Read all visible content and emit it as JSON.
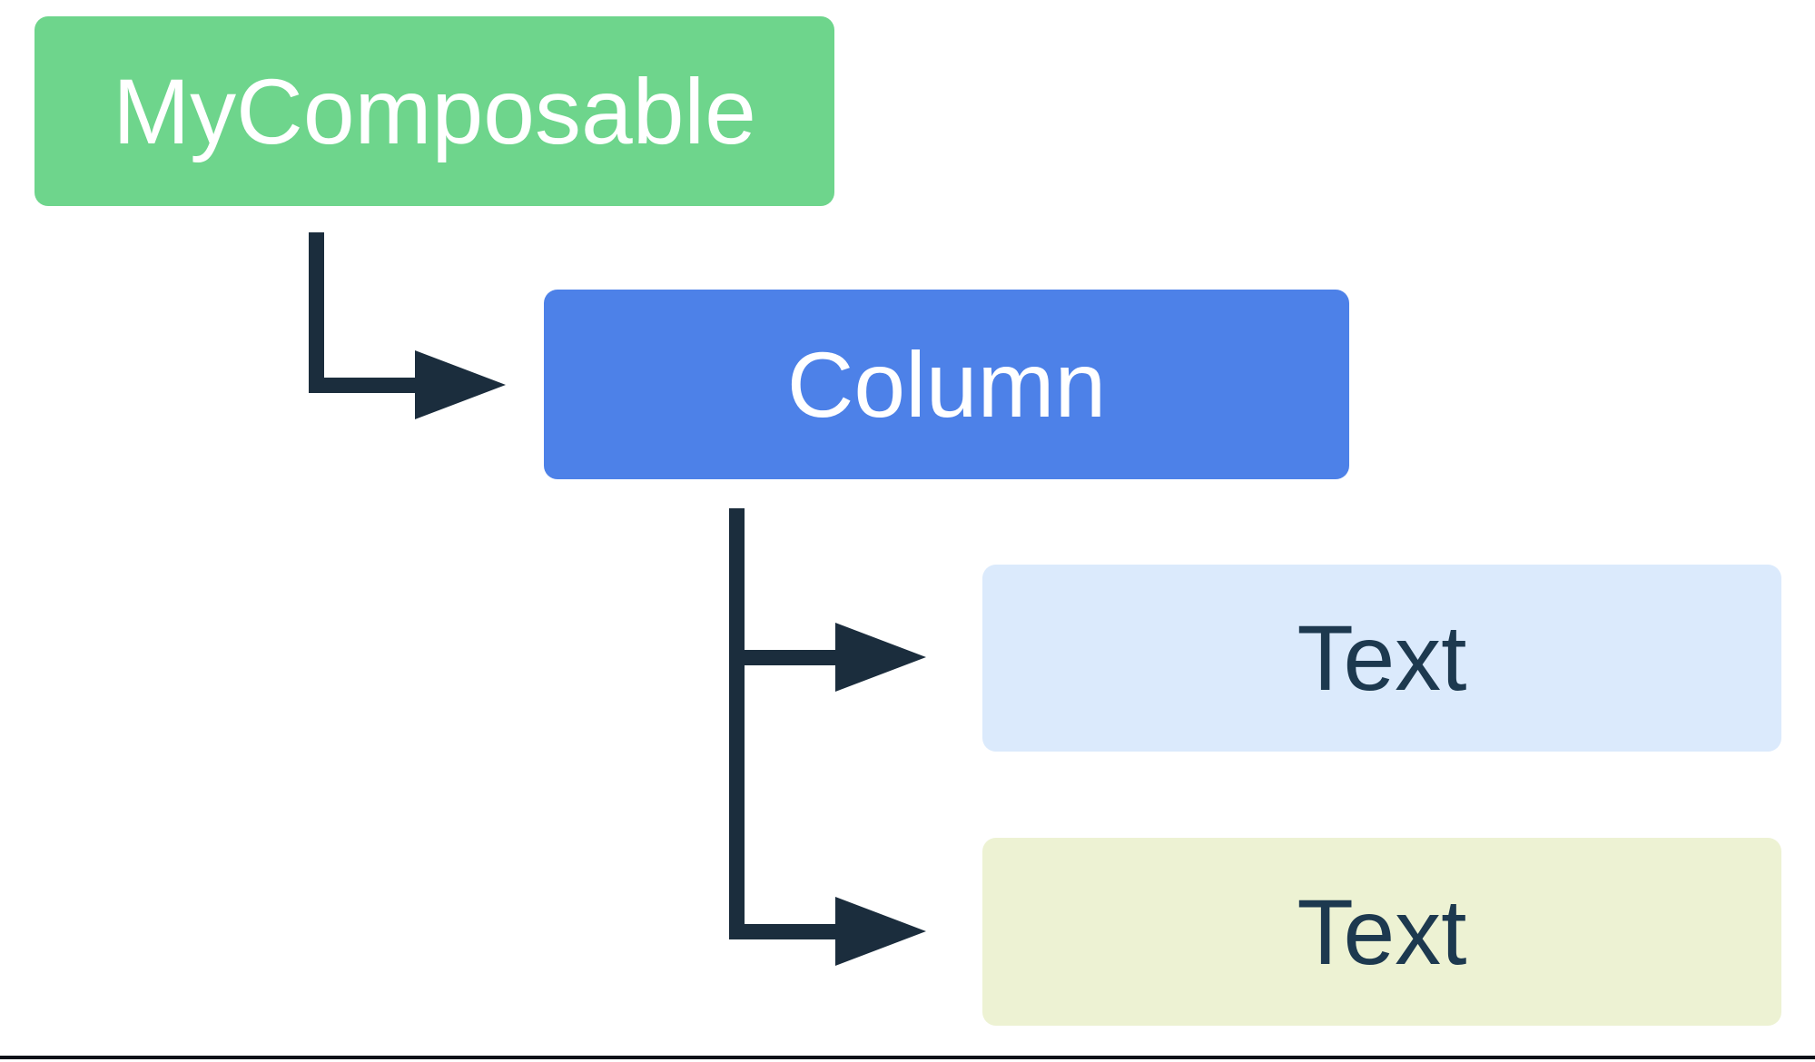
{
  "diagram": {
    "description": "UI composable hierarchy tree",
    "colors": {
      "background": "#ffffff",
      "arrow": "#1b2d3d",
      "bottom_rule": "#0c1118",
      "node_root_fill": "#6ed58c",
      "node_column_fill": "#4d81e8",
      "node_text1_fill": "#dbeafc",
      "node_text2_fill": "#edf2d3",
      "label_on_dark": "#ffffff",
      "label_on_light": "#1d394f"
    },
    "nodes": [
      {
        "id": "mycomposable",
        "label": "MyComposable",
        "fill": "#6ed58c",
        "text_color": "#ffffff"
      },
      {
        "id": "column",
        "label": "Column",
        "fill": "#4d81e8",
        "text_color": "#ffffff"
      },
      {
        "id": "text-1",
        "label": "Text",
        "fill": "#dbeafc",
        "text_color": "#1d394f"
      },
      {
        "id": "text-2",
        "label": "Text",
        "fill": "#edf2d3",
        "text_color": "#1d394f"
      }
    ],
    "edges": [
      {
        "from": "mycomposable",
        "to": "column"
      },
      {
        "from": "column",
        "to": "text-1"
      },
      {
        "from": "column",
        "to": "text-2"
      }
    ]
  }
}
